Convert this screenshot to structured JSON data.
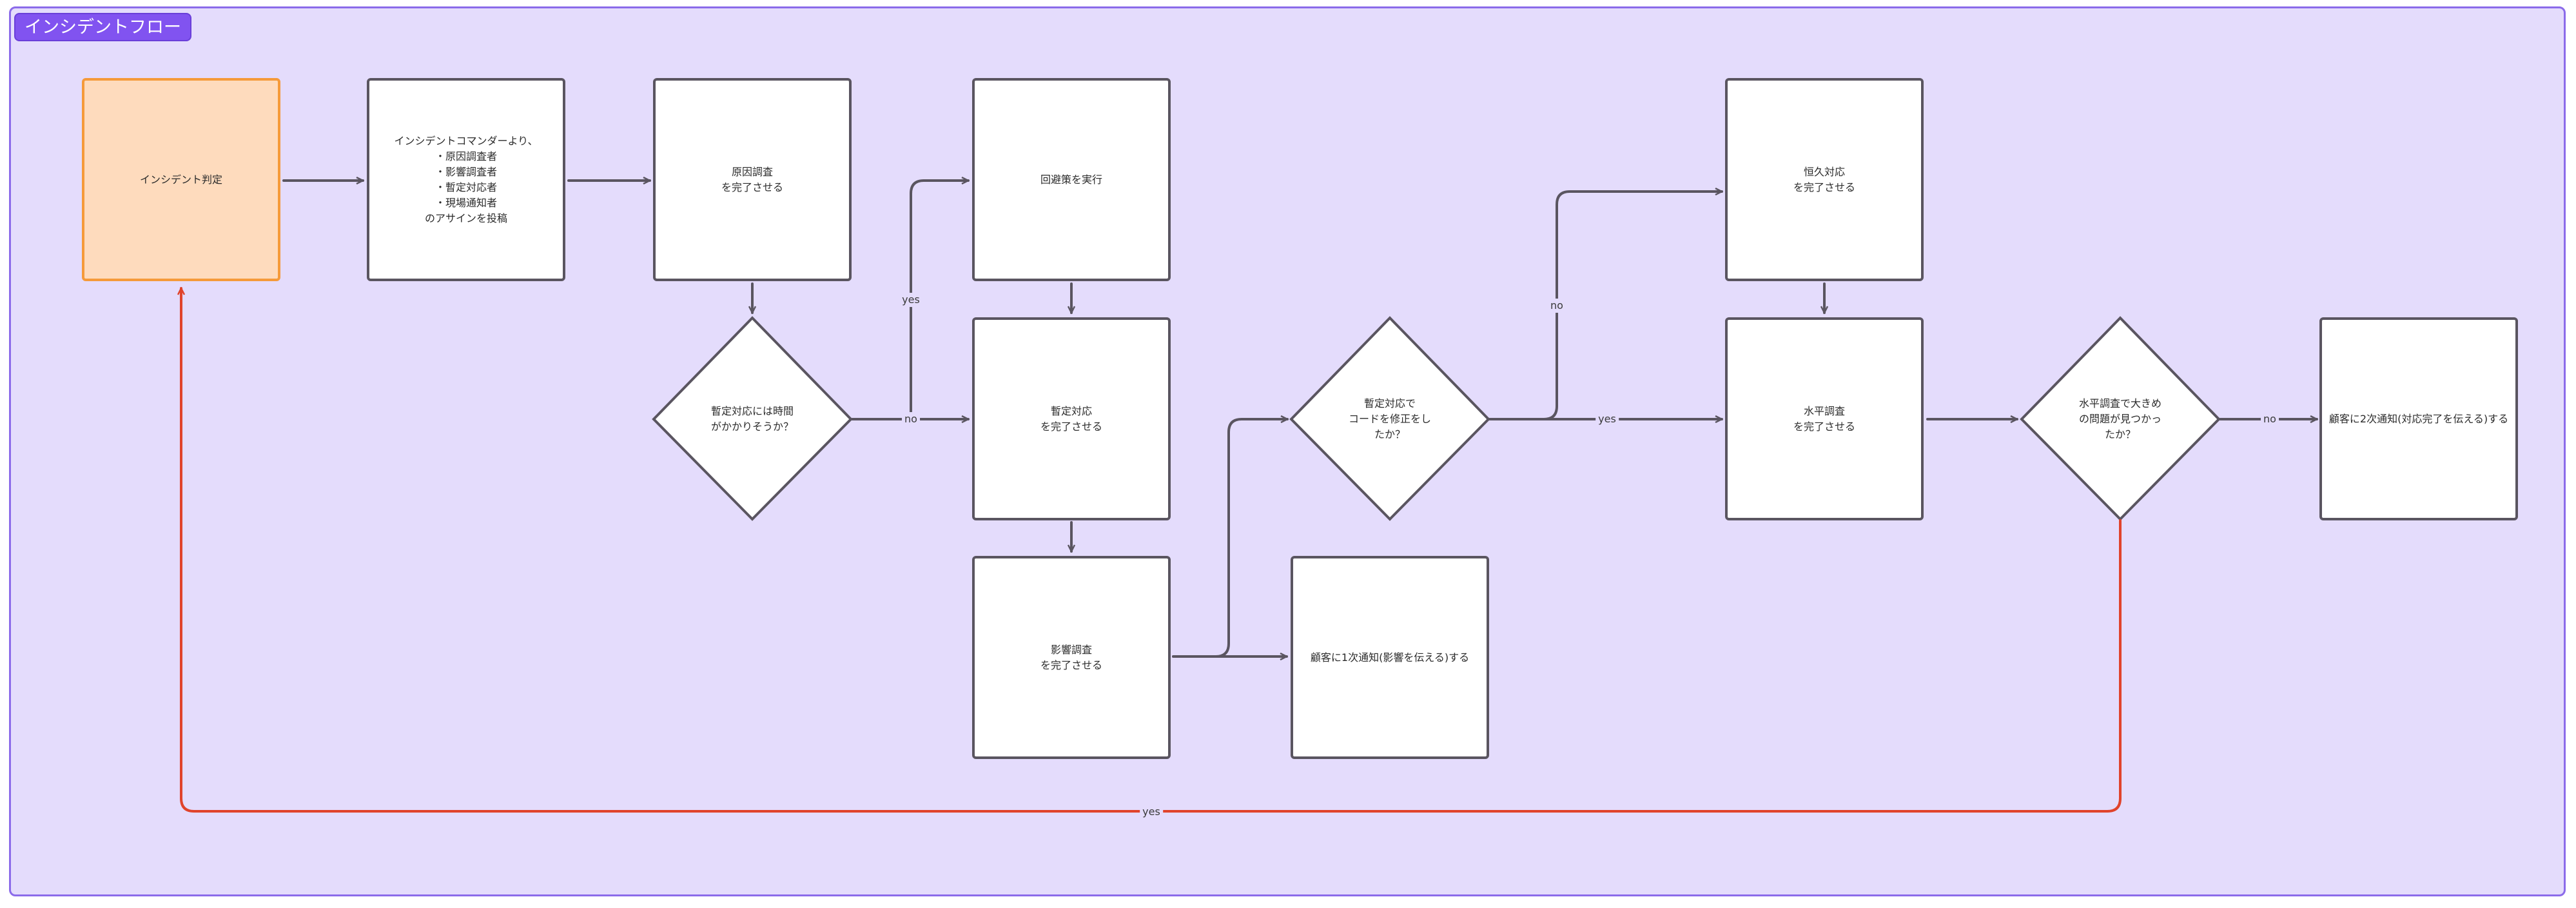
{
  "frame": {
    "title": "インシデントフロー"
  },
  "nodes": {
    "incident_judgement": "インシデント判定",
    "assignment_post": "インシデントコマンダーより、\n・原因調査者\n・影響調査者\n・暫定対応者\n・現場通知者\nのアサインを投稿",
    "root_cause": "原因調査\nを完了させる",
    "workaround": "回避策を実行",
    "interim_response": "暫定対応\nを完了させる",
    "impact_investigation": "影響調査\nを完了させる",
    "first_notice": "顧客に1次通知(影響を伝える)する",
    "permanent_fix": "恒久対応\nを完了させる",
    "horizontal_investigation": "水平調査\nを完了させる",
    "second_notice": "顧客に2次通知(対応完了を伝える)する"
  },
  "decisions": {
    "takes_time": "暫定対応には時間\nがかかりそうか？",
    "code_fixed": "暫定対応で\nコードを修正をし\nたか？",
    "big_issue": "水平調査で大きめ\nの問題が見つかっ\nたか？"
  },
  "edge_labels": {
    "takes_time_yes": "yes",
    "takes_time_no": "no",
    "code_fixed_no": "no",
    "code_fixed_yes": "yes",
    "big_issue_no": "no",
    "big_issue_yes": "yes"
  },
  "colors": {
    "frame_fill": "#e4dcfc",
    "frame_border": "#8b6bea",
    "title_fill": "#8153f0",
    "start_fill": "#fedbbd",
    "start_border": "#f59a3a",
    "node_border": "#5a5560",
    "edge": "#5a5560",
    "loop_edge": "#e0432b"
  }
}
